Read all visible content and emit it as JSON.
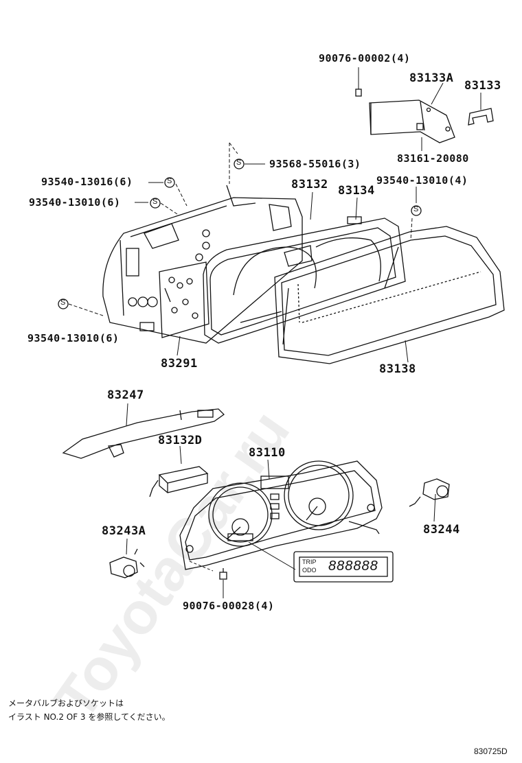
{
  "watermark": "ToyotaCar.ru",
  "parts": {
    "bolt_top": "90076-00002(4)",
    "p83133A": "83133A",
    "p83133": "83133",
    "p83161": "83161-20080",
    "screw_93568": "93568-55016(3)",
    "screw_93540_13016": "93540-13016(6)",
    "screw_93540_13010_a": "93540-13010(6)",
    "p83132": "83132",
    "p83134": "83134",
    "screw_93540_13010_b": "93540-13010(4)",
    "screw_93540_13010_c": "93540-13010(6)",
    "p83291": "83291",
    "p83138": "83138",
    "p83247": "83247",
    "p83132D": "83132D",
    "p83110": "83110",
    "p83243A": "83243A",
    "p83244": "83244",
    "bolt_bottom": "90076-00028(4)"
  },
  "symbol_s": "S",
  "display": {
    "tag1": "TRIP",
    "tag2": "ODO",
    "digits": "888888"
  },
  "note": {
    "line1": "メータバルブおよびソケットは",
    "line2": "イラスト NO.2 OF 3 を参照してください。"
  },
  "diagram_code": "830725D"
}
